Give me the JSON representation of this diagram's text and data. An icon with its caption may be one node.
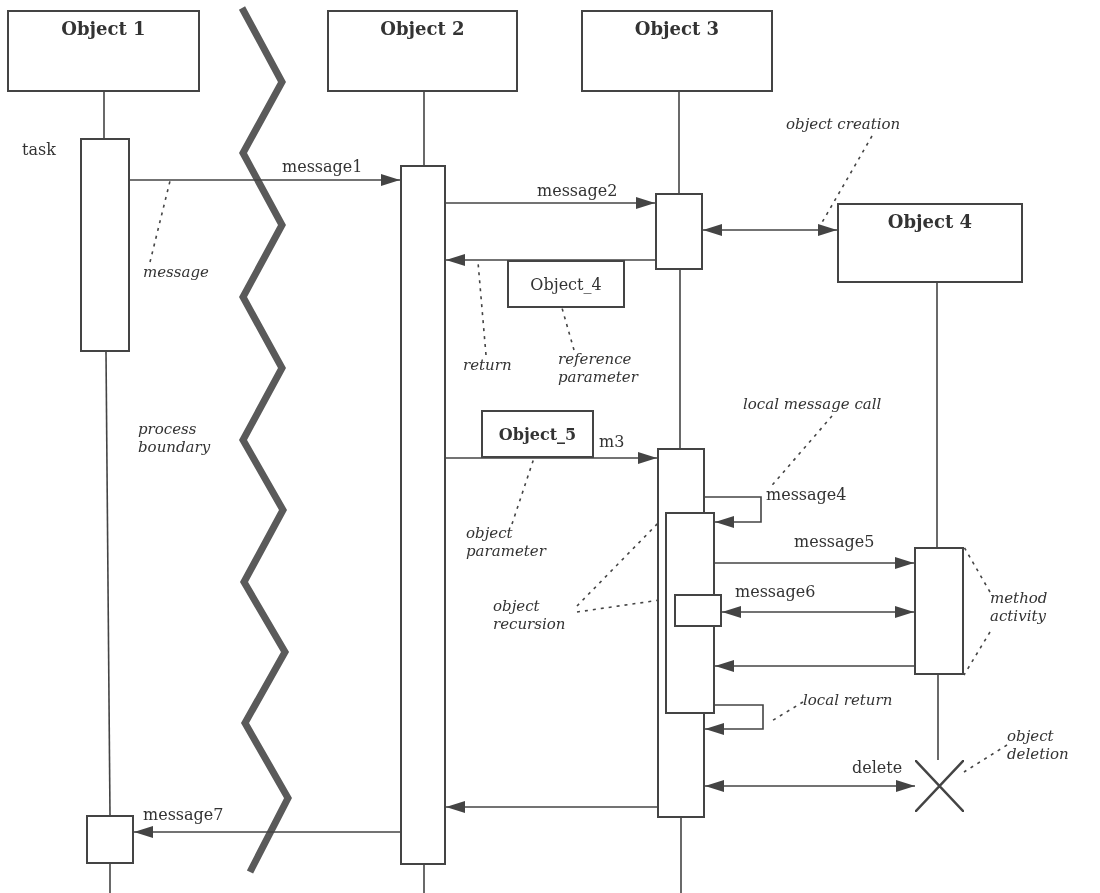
{
  "diagram": {
    "nodes": [
      {
        "text": [
          "Object 1"
        ]
      },
      {
        "text": [
          "Object 2"
        ]
      },
      {
        "text": [
          "Object 3"
        ]
      },
      {
        "text": [
          "Object 4"
        ]
      },
      {
        "text": [],
        "shape": "box",
        "beside": [
          "task"
        ]
      },
      {
        "text": [],
        "shape": "box"
      },
      {
        "text": [],
        "shape": "box"
      },
      {
        "text": [
          "Object_4"
        ]
      },
      {
        "text": [
          "Object_5"
        ]
      },
      {
        "text": [],
        "shape": "box"
      },
      {
        "text": [],
        "shape": "box"
      },
      {
        "text": [],
        "shape": "box"
      },
      {
        "text": [],
        "shape": "box"
      },
      {
        "text": [],
        "shape": "box"
      },
      {
        "text": [],
        "shape": "cross"
      },
      {
        "text": [
          "message"
        ]
      },
      {
        "text": [
          "return"
        ]
      },
      {
        "text": [
          "reference parameter"
        ]
      },
      {
        "text": [
          "object creation"
        ]
      },
      {
        "text": [
          "object parameter"
        ]
      },
      {
        "text": [
          "local message call"
        ]
      },
      {
        "text": [
          "object recursion"
        ]
      },
      {
        "text": [
          "method activity"
        ]
      },
      {
        "text": [
          "local return"
        ]
      },
      {
        "text": [
          "object deletion"
        ]
      }
    ],
    "edges": [
      {
        "from": 0,
        "to": 4,
        "arrow": "none"
      },
      {
        "from": 4,
        "to": 13,
        "arrow": "none"
      },
      {
        "from": 13,
        "to": null,
        "arrow": "none"
      },
      {
        "from": 1,
        "to": 5,
        "arrow": "none"
      },
      {
        "from": 5,
        "to": null,
        "arrow": "none"
      },
      {
        "from": 2,
        "to": 6,
        "arrow": "none"
      },
      {
        "from": 6,
        "to": 9,
        "arrow": "none"
      },
      {
        "from": 9,
        "to": null,
        "arrow": "none"
      },
      {
        "from": 3,
        "to": 12,
        "arrow": "none"
      },
      {
        "from": 12,
        "to": 14,
        "arrow": "none"
      },
      {
        "from": 4,
        "to": 5,
        "arrow": "to",
        "label": "message1"
      },
      {
        "from": 5,
        "to": 6,
        "arrow": "to",
        "label": "message2"
      },
      {
        "from": 6,
        "to": 3,
        "arrow": "both"
      },
      {
        "from": 6,
        "to": 5,
        "arrow": "to"
      },
      {
        "from": 5,
        "to": 9,
        "arrow": "to",
        "label": "m3"
      },
      {
        "from": 9,
        "to": 10,
        "arrow": "to",
        "label": "message4"
      },
      {
        "from": 10,
        "to": 12,
        "arrow": "to",
        "label": "message5"
      },
      {
        "from": 12,
        "to": 11,
        "arrow": "both",
        "label": "message6"
      },
      {
        "from": 12,
        "to": 10,
        "arrow": "to"
      },
      {
        "from": 10,
        "to": 9,
        "arrow": "to"
      },
      {
        "from": 9,
        "to": 14,
        "arrow": "both",
        "label": "delete"
      },
      {
        "from": 9,
        "to": 5,
        "arrow": "to"
      },
      {
        "from": 5,
        "to": 13,
        "arrow": "to",
        "label": "message7"
      },
      {
        "from": 15,
        "to": null,
        "arrow": "none",
        "style": "dashed"
      },
      {
        "from": 16,
        "to": null,
        "arrow": "none",
        "style": "dashed"
      },
      {
        "from": 17,
        "to": 7,
        "arrow": "none",
        "style": "dashed"
      },
      {
        "from": 18,
        "to": null,
        "arrow": "none",
        "style": "dashed"
      },
      {
        "from": 19,
        "to": 8,
        "arrow": "none",
        "style": "dashed"
      },
      {
        "from": 20,
        "to": null,
        "arrow": "none",
        "style": "dashed"
      },
      {
        "from": 21,
        "to": 10,
        "arrow": "none",
        "style": "dashed"
      },
      {
        "from": 21,
        "to": 11,
        "arrow": "none",
        "style": "dashed"
      },
      {
        "from": 22,
        "to": 12,
        "arrow": "none",
        "style": "dashed"
      },
      {
        "from": 22,
        "to": 12,
        "arrow": "none",
        "style": "dashed"
      },
      {
        "from": 23,
        "to": null,
        "arrow": "none",
        "style": "dashed"
      },
      {
        "from": 24,
        "to": 14,
        "arrow": "none",
        "style": "dashed"
      }
    ],
    "labels": [
      "process boundary"
    ]
  }
}
